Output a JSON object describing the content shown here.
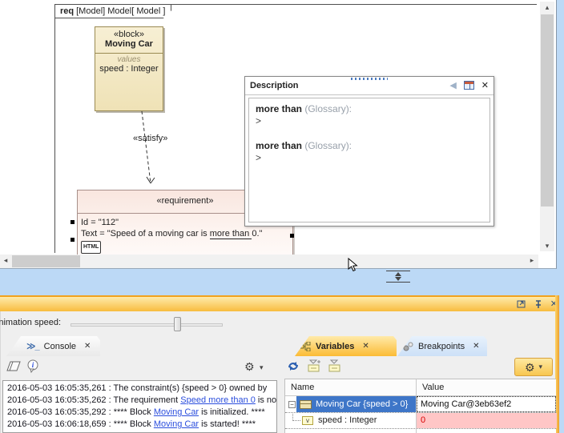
{
  "diagram": {
    "frame_tab": {
      "kind": "req",
      "title": "[Model] Model[ Model ]"
    },
    "block": {
      "stereotype": "«block»",
      "name": "Moving Car",
      "values_label": "values",
      "value_line": "speed : Integer"
    },
    "satisfy_label": "«satisfy»",
    "requirement": {
      "stereotype": "«requirement»",
      "id_line": "Id = \"112\"",
      "text_pre": "Text = \"Speed of a moving car is ",
      "text_underlined": "more than ",
      "text_post": " 0.\"",
      "badge": "HTML"
    }
  },
  "description_popup": {
    "title": "Description",
    "entries": [
      {
        "term": "more than",
        "meta": " (Glossary):",
        "body": ">"
      },
      {
        "term": "more than",
        "meta": " (Glossary):",
        "body": ">"
      }
    ]
  },
  "simulation": {
    "animation_speed_label": "Animation speed:",
    "tabs": {
      "console": "Console",
      "variables": "Variables",
      "breakpoints": "Breakpoints"
    },
    "console": {
      "line1": "2016-05-03 16:05:35,261 : The constraint(s) {speed > 0} owned by",
      "line2_pre": "2016-05-03 16:05:35,262 : The requirement ",
      "line2_link": "Speed more than 0",
      "line2_post": " is not",
      "line3_pre": "2016-05-03 16:05:35,292 : **** Block ",
      "line3_link": "Moving Car",
      "line3_post": " is initialized. ****",
      "line4_pre": "2016-05-03 16:06:18,659 : **** Block ",
      "line4_link": "Moving Car",
      "line4_post": " is started! ****"
    },
    "variables": {
      "columns": [
        "Name",
        "Value"
      ],
      "rows": [
        {
          "name": "Moving Car {speed > 0}",
          "value": "Moving Car@3eb63ef2"
        },
        {
          "name": "speed : Integer",
          "value": "0"
        }
      ]
    }
  },
  "icons": {
    "gear": "⚙",
    "caret": "▾",
    "close": "✕",
    "console_prompt": "≫_",
    "back_arrow": "◀",
    "expander_minus": "−",
    "value_box_letter": "v",
    "scroll_up": "▴",
    "scroll_down": "▾",
    "scroll_left": "◂",
    "scroll_right": "▸"
  },
  "colors": {
    "accent_orange": "#F8BC3E",
    "selection_blue": "#3E76C8",
    "error_red": "#D80000",
    "error_bg": "#FFC6C6",
    "mdi_blue": "#BCD9F6"
  }
}
